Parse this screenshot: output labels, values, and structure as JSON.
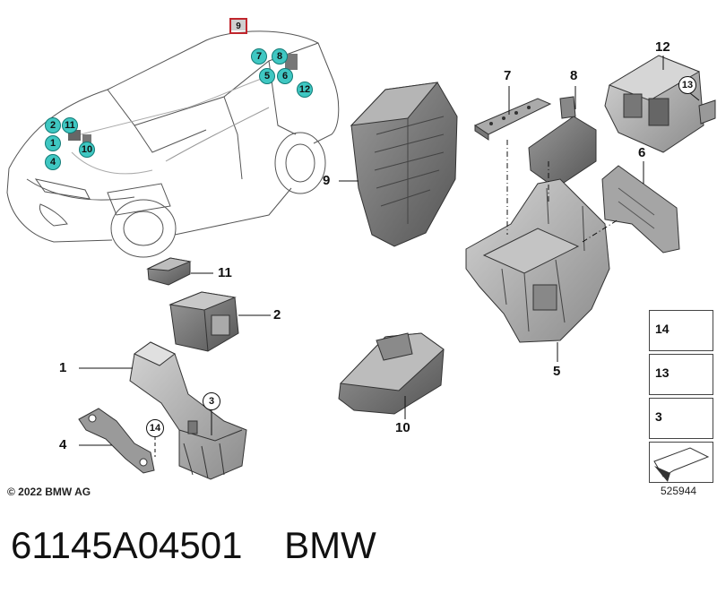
{
  "car_markers": {
    "m9": "9",
    "m7": "7",
    "m8": "8",
    "m5": "5",
    "m6": "6",
    "m12": "12",
    "m2": "2",
    "m11": "11",
    "m1": "1",
    "m10": "10",
    "m4": "4"
  },
  "callouts": {
    "c11": "11",
    "c2": "2",
    "c1": "1",
    "c3": "3",
    "c14": "14",
    "c4": "4",
    "c7": "7",
    "c8": "8",
    "c12": "12",
    "c13": "13",
    "c6": "6",
    "c9": "9",
    "c5": "5",
    "c10": "10"
  },
  "legend": [
    {
      "number": "14",
      "icon": "bolt-icon"
    },
    {
      "number": "13",
      "icon": "flange-nut-icon"
    },
    {
      "number": "3",
      "icon": "hex-nut-icon"
    }
  ],
  "copyright": "© 2022 BMW AG",
  "diagram_number": "525944",
  "footer": {
    "part_number": "61145A04501",
    "brand": "BMW"
  }
}
